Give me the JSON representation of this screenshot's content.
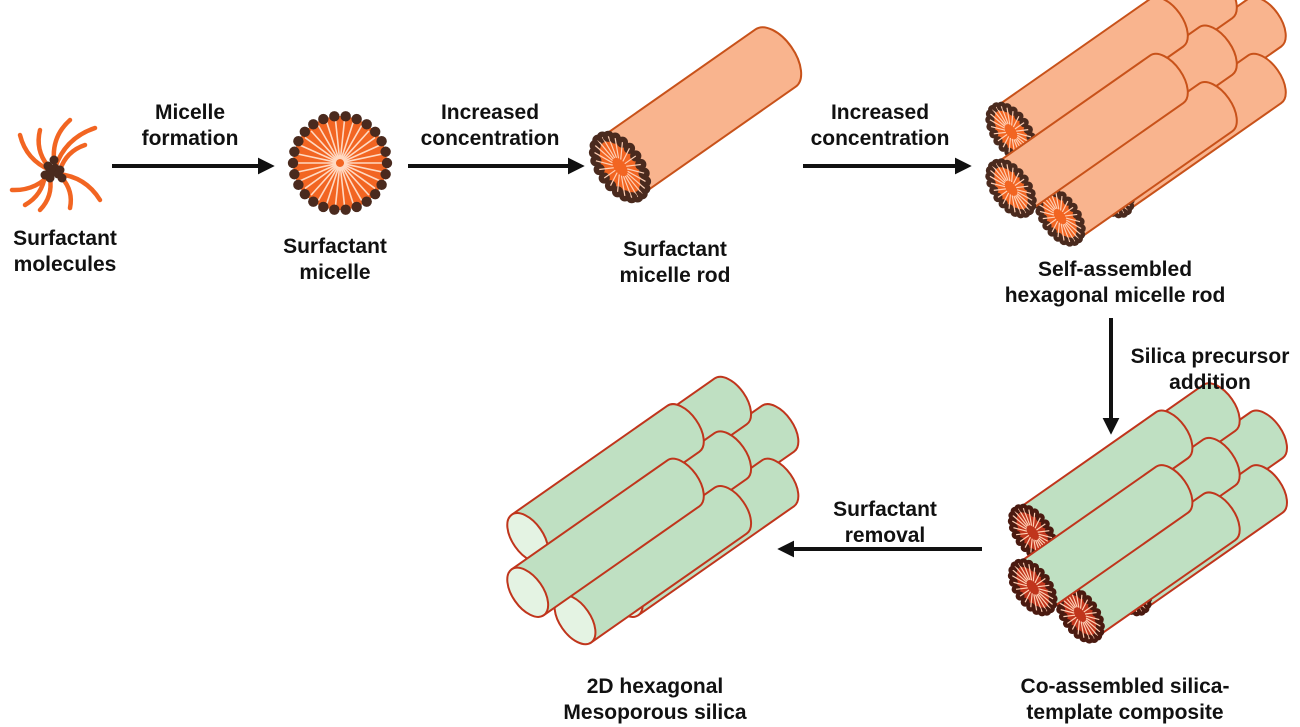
{
  "colors": {
    "surfactant_orange": "#f26522",
    "rod_orange": "#f9b48e",
    "rod_outline": "#c8521a",
    "head_dark": "#4a2a1e",
    "composite_end": "#c0351c",
    "silica_green": "#bfe0c2",
    "silica_outline": "#c0351c",
    "arrow": "#111111"
  },
  "stages": {
    "molecules": {
      "line1": "Surfactant",
      "line2": "molecules"
    },
    "micelle": {
      "line1": "Surfactant",
      "line2": "micelle"
    },
    "rod": {
      "line1": "Surfactant",
      "line2": "micelle rod"
    },
    "hex_rod": {
      "line1": "Self-assembled",
      "line2": "hexagonal micelle rod"
    },
    "composite": {
      "line1": "Co-assembled silica-",
      "line2": "template composite"
    },
    "mesoporous": {
      "line1": "2D hexagonal",
      "line2": "Mesoporous silica"
    }
  },
  "steps": {
    "micelle_formation": {
      "line1": "Micelle",
      "line2": "formation"
    },
    "concentration_1": {
      "line1": "Increased",
      "line2": "concentration"
    },
    "concentration_2": {
      "line1": "Increased",
      "line2": "concentration"
    },
    "precursor": {
      "line1": "Silica precursor",
      "line2": "addition"
    },
    "removal": {
      "line1": "Surfactant",
      "line2": "removal"
    }
  }
}
